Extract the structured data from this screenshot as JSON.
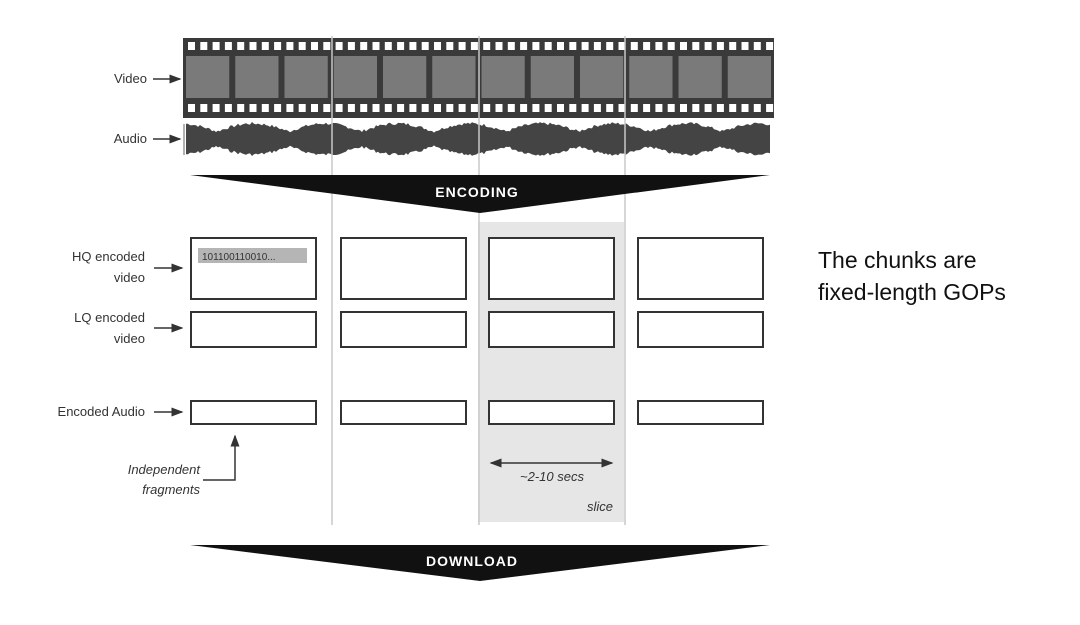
{
  "labels": {
    "video": "Video",
    "audio": "Audio",
    "encoding": "ENCODING",
    "hq_line1": "HQ encoded",
    "hq_line2": "video",
    "lq_line1": "LQ encoded",
    "lq_line2": "video",
    "encoded_audio": "Encoded Audio",
    "independent_line1": "Independent",
    "independent_line2": "fragments",
    "binary": "101100110010...",
    "duration": "~2-10 secs",
    "slice": "slice",
    "download": "DOWNLOAD"
  },
  "side_note": {
    "line1": "The chunks are",
    "line2": "fixed-length GOPs"
  },
  "colors": {
    "film": "#3a3a3a",
    "frame": "#7a7a7a",
    "slice_bg": "#e6e6e6",
    "divider": "#c8c8c8"
  }
}
